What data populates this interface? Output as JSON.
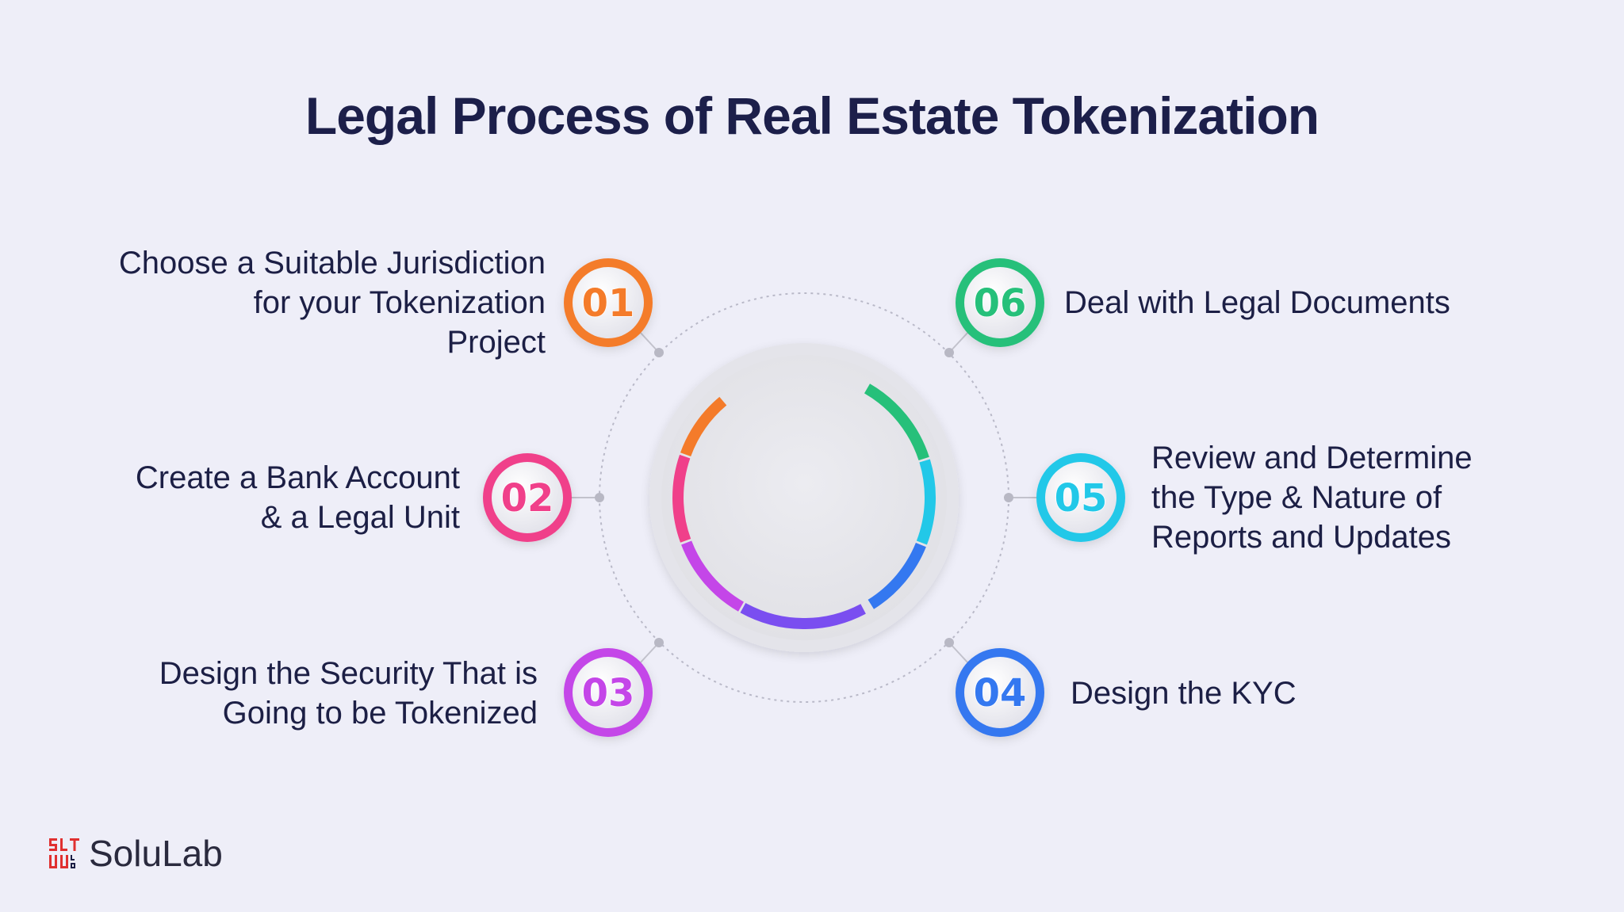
{
  "title": "Legal Process of Real Estate Tokenization",
  "steps": [
    {
      "number": "01",
      "label": "Choose a Suitable Jurisdiction for your Tokenization Project",
      "lines": [
        "Choose a Suitable Jurisdiction",
        "for your Tokenization",
        "Project"
      ],
      "color": "#f47b2a"
    },
    {
      "number": "02",
      "label": "Create a Bank Account & a Legal Unit",
      "lines": [
        "Create a Bank Account",
        "& a Legal Unit"
      ],
      "color": "#f0408a"
    },
    {
      "number": "03",
      "label": "Design the Security That is Going to be Tokenized",
      "lines": [
        "Design the Security That is",
        "Going to be Tokenized"
      ],
      "color": "#c446e8"
    },
    {
      "number": "04",
      "label": "Design the KYC",
      "lines": [
        "Design the KYC"
      ],
      "color": "#3478f0"
    },
    {
      "number": "05",
      "label": "Review and Determine the Type & Nature of Reports and Updates",
      "lines": [
        "Review and Determine",
        "the Type & Nature of",
        "Reports and Updates"
      ],
      "color": "#22c8e8"
    },
    {
      "number": "06",
      "label": "Deal with Legal Documents",
      "lines": [
        "Deal with Legal Documents"
      ],
      "color": "#26c07a"
    }
  ],
  "arc_colors": [
    "#f47b2a",
    "#f0408a",
    "#c446e8",
    "#7a4ef0",
    "#3478f0",
    "#22c8e8",
    "#26c07a"
  ],
  "logo": {
    "text": "SoluLab",
    "mark_color": "#e03030"
  }
}
